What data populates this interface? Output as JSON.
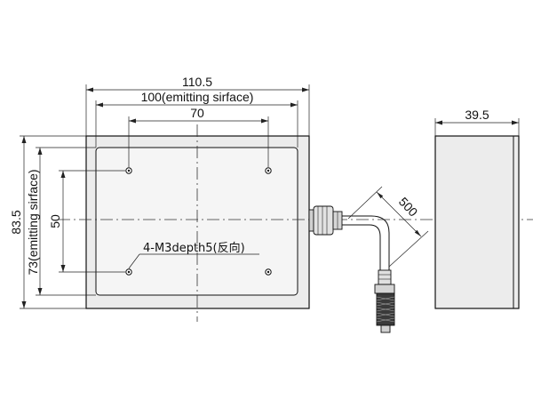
{
  "drawing": {
    "dim_overall_width": "110.5",
    "dim_emitting_width": "100(emitting sirface)",
    "dim_hole_spacing_x": "70",
    "dim_overall_height": "83.5",
    "dim_emitting_height": "73(emitting sirface)",
    "dim_hole_spacing_y": "50",
    "dim_side_thickness": "39.5",
    "dim_cable_length": "500",
    "hole_note": "4-M3depth5(反向)"
  }
}
